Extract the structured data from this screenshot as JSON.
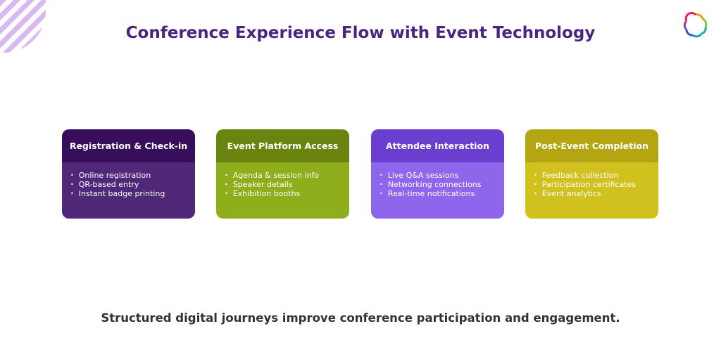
{
  "title": "Conference Experience Flow with Event Technology",
  "cards": [
    {
      "title": "Registration & Check-in",
      "items": [
        "Online registration",
        "QR-based entry",
        "Instant badge printing"
      ],
      "head_color": "#360e5c",
      "body_color": "#4f2878"
    },
    {
      "title": "Event Platform Access",
      "items": [
        "Agenda & session info",
        "Speaker details",
        "Exhibition booths"
      ],
      "head_color": "#6a850f",
      "body_color": "#8fae1b"
    },
    {
      "title": "Attendee Interaction",
      "items": [
        "Live Q&A sessions",
        "Networking connections",
        "Real-time notifications"
      ],
      "head_color": "#6a3fd0",
      "body_color": "#8d66ec"
    },
    {
      "title": "Post-Event Completion",
      "items": [
        "Feedback collection",
        "Participation certificates",
        "Event analytics"
      ],
      "head_color": "#b3a612",
      "body_color": "#d1c11e"
    }
  ],
  "footer": "Structured digital journeys improve conference participation and engagement."
}
